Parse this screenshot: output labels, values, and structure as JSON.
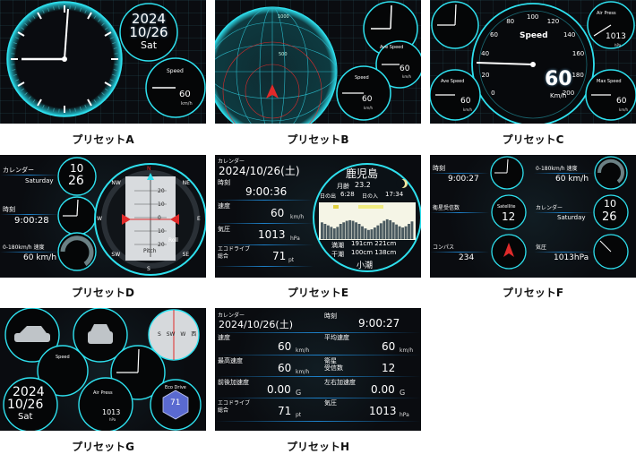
{
  "captions": [
    "プリセットA",
    "プリセットB",
    "プリセットC",
    "プリセットD",
    "プリセットE",
    "プリセットF",
    "プリセットG",
    "プリセットH"
  ],
  "common": {
    "year": "2024",
    "monthday": "10/26",
    "weekday": "Sat",
    "speed_label": "Speed",
    "ave_speed_label": "Ave Speed",
    "air_press_label": "Air Press",
    "max_speed_label": "Max Speed",
    "eco_drive_label": "Eco Drive",
    "kmh": "km/h",
    "kmh_jp": "Km/h",
    "hpa": "hPa",
    "speed_value": "60",
    "pressure_value": "1013"
  },
  "b": {
    "r1000": "1000",
    "r500": "500"
  },
  "c": {
    "ticks": [
      "0",
      "20",
      "40",
      "60",
      "80",
      "100",
      "120",
      "140",
      "160",
      "180",
      "200"
    ],
    "big_speed": "60"
  },
  "d": {
    "calendar": "カレンダー",
    "saturday": "Saturday",
    "month": "10",
    "day": "26",
    "time_label": "時刻",
    "time_value": "9:00:28",
    "speedo_label": "0-180km/h 速度",
    "speedo_value": "60 km/h",
    "pitch": "Pitch",
    "roll": "Roll",
    "compass": [
      "N",
      "NE",
      "E",
      "SE",
      "S",
      "SW",
      "W",
      "NW"
    ],
    "scale": [
      "20",
      "10",
      "0",
      "10",
      "20"
    ]
  },
  "e": {
    "calendar": "カレンダー",
    "date": "2024/10/26(土)",
    "time_label": "時刻",
    "time": "9:00:36",
    "speed_label": "速度",
    "speed": "60",
    "unit_kmh": "km/h",
    "press_label": "気圧",
    "press": "1013",
    "unit_hpa": "hPa",
    "eco_label1": "エコドライブ",
    "eco_label2": "総合",
    "eco": "71",
    "unit_pt": "pt",
    "place": "鹿児島",
    "moon_age_label": "月齢",
    "moon_age": "23.2",
    "sunrise_label": "日の出",
    "sunrise": "6:28",
    "sunset_label": "日の入",
    "sunset": "17:34",
    "high_label": "満潮",
    "high": "191cm 221cm",
    "low_label": "干潮",
    "low": "100cm 138cm",
    "tide_name": "小潮",
    "tide_bars": [
      0.55,
      0.5,
      0.45,
      0.4,
      0.35,
      0.4,
      0.5,
      0.55,
      0.6,
      0.62,
      0.6,
      0.55,
      0.5,
      0.42,
      0.35,
      0.3,
      0.32,
      0.38,
      0.45,
      0.52,
      0.6,
      0.65,
      0.62,
      0.55,
      0.48,
      0.42,
      0.38,
      0.42,
      0.5,
      0.58
    ]
  },
  "f": {
    "time_label": "時刻",
    "time": "9:00:27",
    "speedo_label": "0-180km/h 速度",
    "speedo": "60 km/h",
    "sat_label": "衛星受信数",
    "satellite": "Satellite",
    "sat": "12",
    "cal_label": "カレンダー",
    "saturday": "Saturday",
    "month": "10",
    "day": "26",
    "compass_label": "コンパス",
    "heading": "234",
    "press_label": "気圧",
    "press": "1013hPa"
  },
  "g": {
    "eco_value": "71",
    "compass_row": [
      "S",
      "SW",
      "W",
      "西"
    ]
  },
  "h": {
    "calendar": "カレンダー",
    "date": "2024/10/26(土)",
    "time_label": "時刻",
    "time": "9:00:27",
    "speed_label": "速度",
    "speed": "60",
    "ave_label": "平均速度",
    "ave": "60",
    "max_label": "最高速度",
    "max": "60",
    "sat_label1": "衛星",
    "sat_label2": "受信数",
    "sat": "12",
    "fb_label": "前後加速度",
    "fb": "0.00",
    "lr_label": "左右加速度",
    "lr": "0.00",
    "unit_g": "G",
    "eco_label1": "エコドライブ",
    "eco_label2": "総合",
    "eco": "71",
    "unit_pt": "pt",
    "press_label": "気圧",
    "press": "1013",
    "unit_kmh": "km/h",
    "unit_hpa": "hPa"
  },
  "colors": {
    "cyan": "#22d4e0",
    "teal_ring": "#1a9aa8",
    "red": "#e02a2a",
    "white": "#ffffff",
    "panel": "#0a0c10",
    "blue_bar": "#2c8ee0",
    "tide_yellow": "#f0f0a0"
  }
}
